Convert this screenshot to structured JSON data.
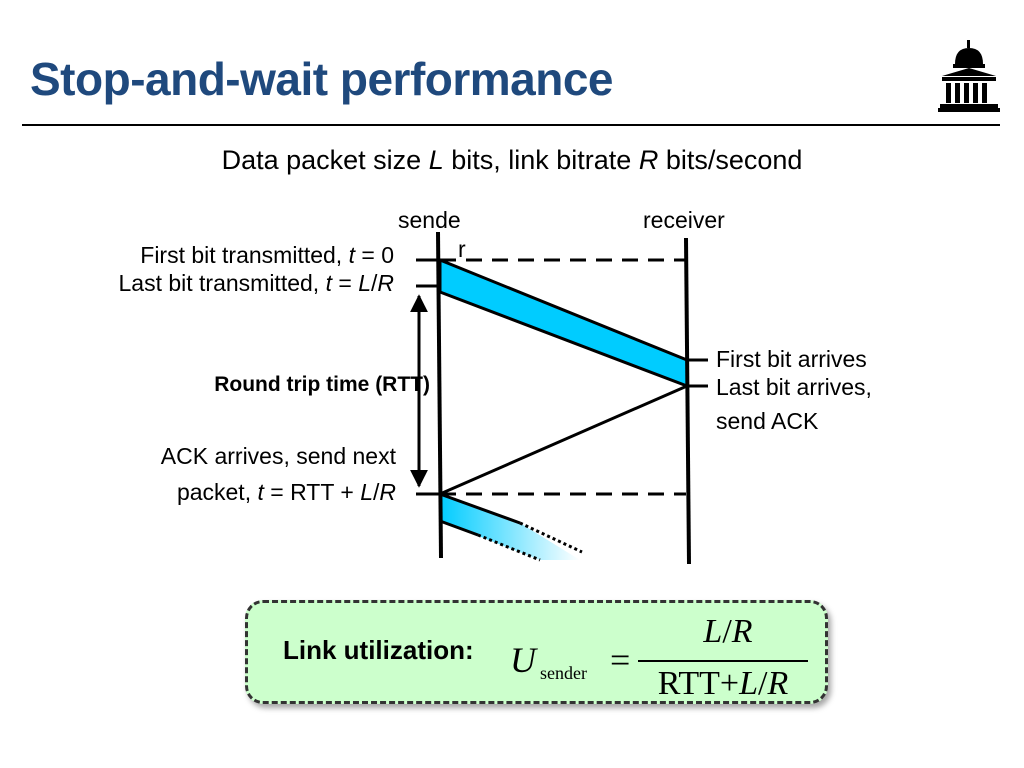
{
  "slide": {
    "title": "Stop-and-wait performance",
    "subtitle_parts": [
      "Data packet size ",
      "L",
      " bits, link bitrate ",
      "R",
      " bits/second"
    ]
  },
  "diagram": {
    "sender_label": "sende",
    "sender_label_tail": "r",
    "receiver_label": "receiver",
    "first_bit_transmitted": [
      "First bit transmitted, ",
      "t",
      " = 0"
    ],
    "last_bit_transmitted": [
      "Last bit transmitted, ",
      "t",
      " = ",
      "L",
      "/",
      "R"
    ],
    "rtt_label": "Round trip time (RTT)",
    "ack_arrives_line1": "ACK arrives, send next",
    "ack_arrives_line2": [
      "packet, ",
      "t",
      " = RTT + ",
      "L",
      "/",
      "R"
    ],
    "first_bit_arrives": "First bit arrives",
    "last_bit_arrives_line1": "Last bit arrives,",
    "last_bit_arrives_line2": "send ACK",
    "colors": {
      "packet": "#00ccff",
      "line": "#000000"
    }
  },
  "utilization": {
    "label": "Link utilization:",
    "symbol": "U",
    "subscript": "sender",
    "equals": "=",
    "numerator": [
      "L",
      "/",
      "R"
    ],
    "denominator": [
      "RTT",
      "+",
      "L",
      "/",
      "R"
    ],
    "box_color": "#ccffcc"
  }
}
